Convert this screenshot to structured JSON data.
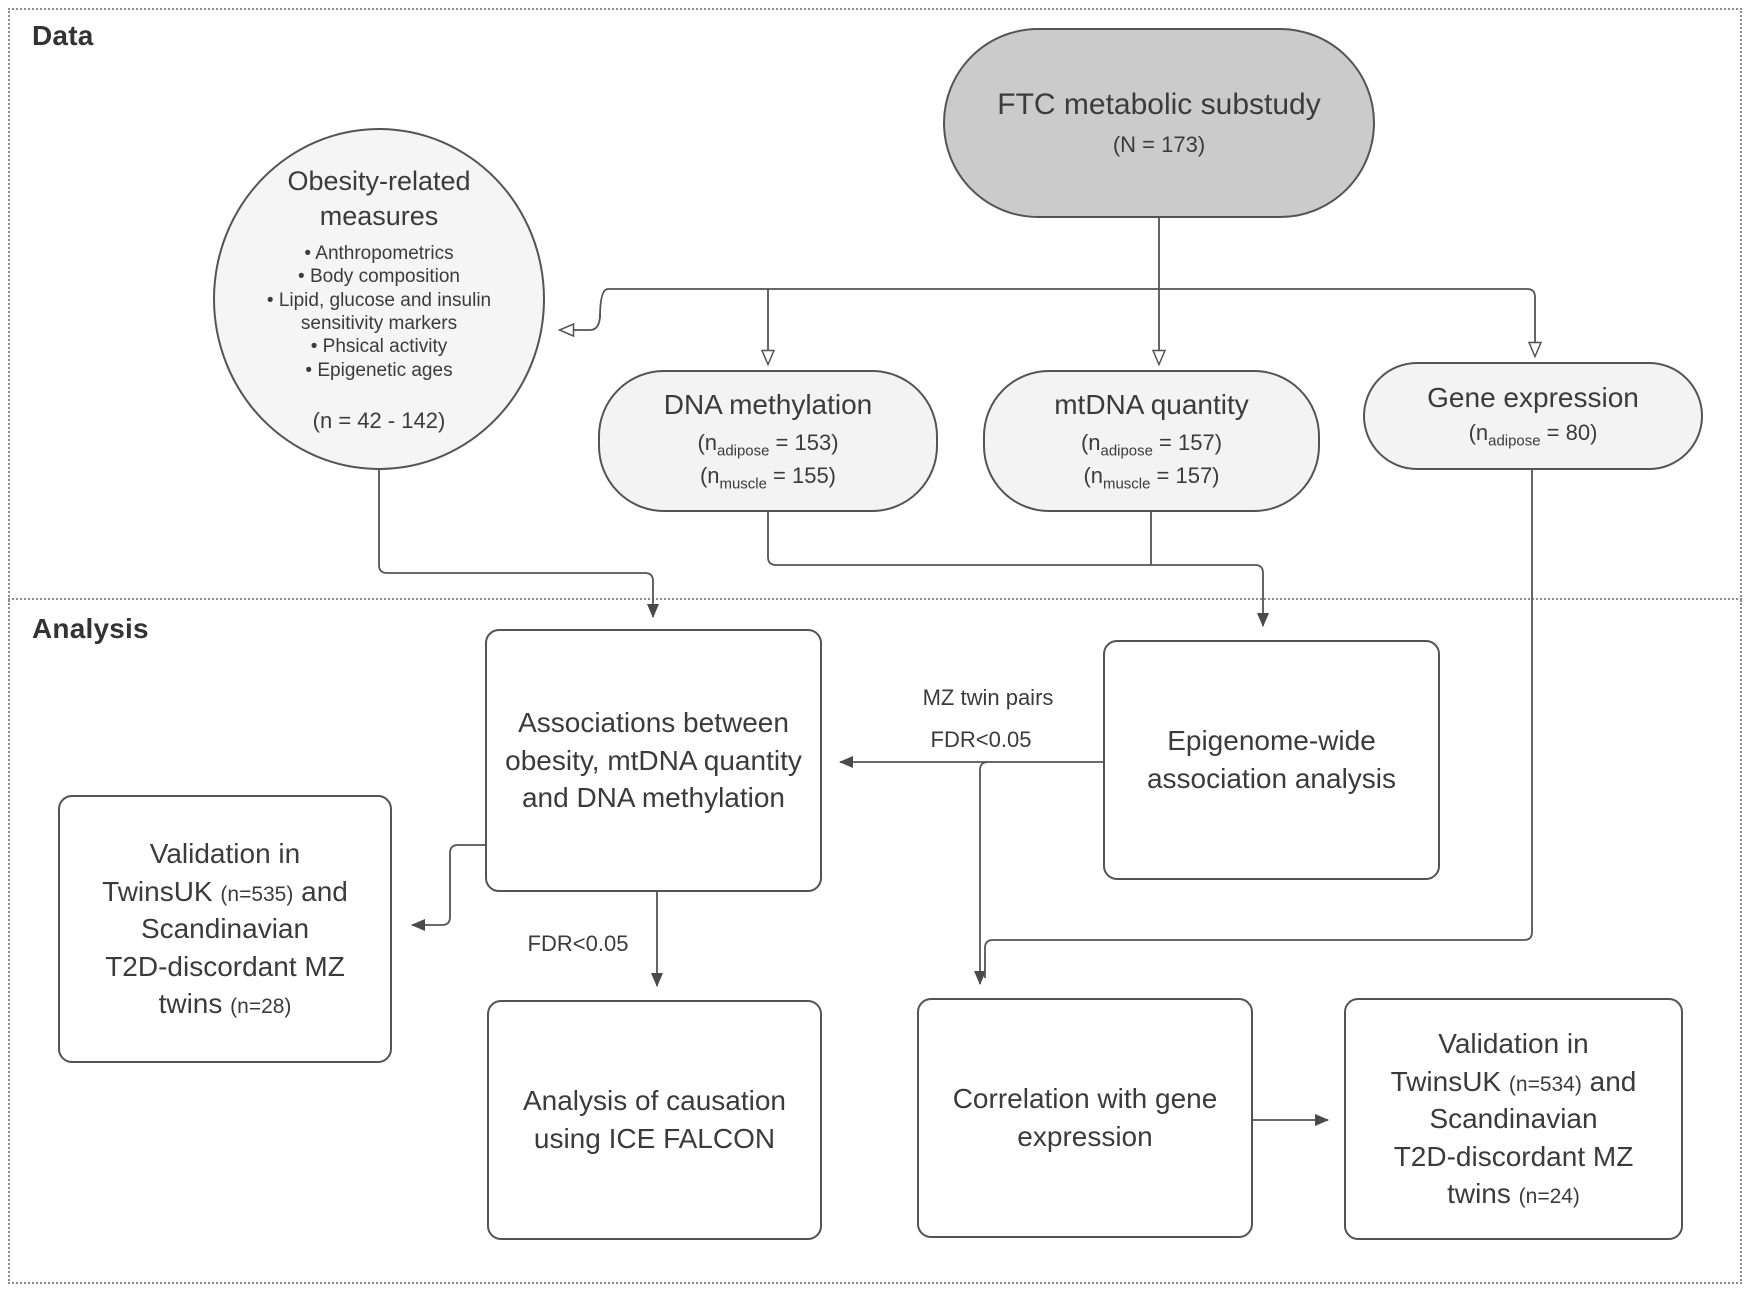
{
  "sections": {
    "data_label": "Data",
    "analysis_label": "Analysis"
  },
  "colors": {
    "ftc_fill": "#cbcbcb",
    "node_fill": "#f3f3f3",
    "stroke": "#545454",
    "text": "#3b3b3b"
  },
  "data_section": {
    "ftc": {
      "title": "FTC metabolic substudy",
      "n": "(N = 173)"
    },
    "obesity": {
      "title": "Obesity-related measures",
      "bullets": [
        "Anthropometrics",
        "Body composition",
        "Lipid, glucose and insulin sensitivity markers",
        "Phsical activity",
        "Epigenetic ages"
      ],
      "n": "(n = 42 - 142)"
    },
    "dna_methylation": {
      "title": "DNA methylation",
      "n1_pre": "(n",
      "n1_sub": "adipose",
      "n1_post": " = 153)",
      "n2_pre": "(n",
      "n2_sub": "muscle",
      "n2_post": " = 155)"
    },
    "mtdna_quantity": {
      "title": "mtDNA quantity",
      "n1_pre": "(n",
      "n1_sub": "adipose",
      "n1_post": " = 157)",
      "n2_pre": "(n",
      "n2_sub": "muscle",
      "n2_post": " = 157)"
    },
    "gene_expression": {
      "title": "Gene expression",
      "n1_pre": "(n",
      "n1_sub": "adipose",
      "n1_post": " = 80)"
    }
  },
  "analysis_section": {
    "associations": {
      "text": "Associations between obesity, mtDNA quantity and DNA methylation"
    },
    "epigenome": {
      "text": "Epigenome-wide association analysis"
    },
    "validation_left": {
      "line1": "Validation in",
      "line2_name": "TwinsUK ",
      "line2_n": "(n=535)",
      "line2_and": " and",
      "line3": "Scandinavian",
      "line4": "T2D-discordant MZ",
      "line5_word": "twins ",
      "line5_n": "(n=28)"
    },
    "ice_falcon": {
      "text": "Analysis of causation using ICE FALCON"
    },
    "correlation": {
      "text": "Correlation with gene expression"
    },
    "validation_right": {
      "line1": "Validation in",
      "line2_name": "TwinsUK ",
      "line2_n": "(n=534)",
      "line2_and": " and",
      "line3": "Scandinavian",
      "line4": "T2D-discordant MZ",
      "line5_word": "twins ",
      "line5_n": "(n=24)"
    },
    "labels": {
      "mz_twin_pairs": "MZ twin pairs",
      "fdr_epigenome": "FDR<0.05",
      "fdr_causation": "FDR<0.05"
    }
  }
}
